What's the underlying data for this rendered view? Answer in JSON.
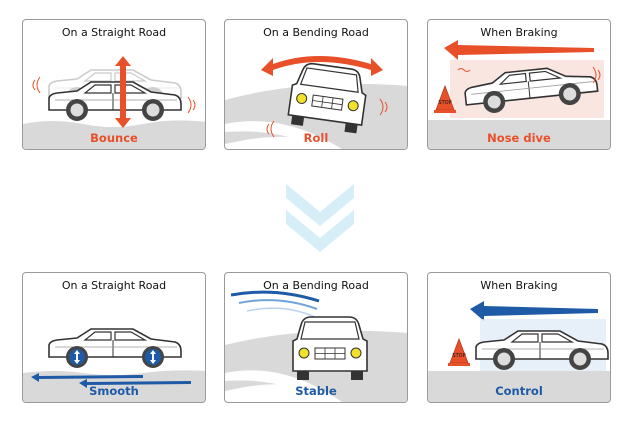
{
  "colors": {
    "problem": "#e8502a",
    "solution": "#1f5aa6",
    "chevron": "#d6eef8",
    "road": "#d9d9d9"
  },
  "top_row": [
    {
      "title": "On a Straight Road",
      "label": "Bounce"
    },
    {
      "title": "On a Bending Road",
      "label": "Roll"
    },
    {
      "title": "When Braking",
      "label": "Nose dive",
      "sign": "STOP"
    }
  ],
  "bottom_row": [
    {
      "title": "On a Straight Road",
      "label": "Smooth"
    },
    {
      "title": "On a Bending Road",
      "label": "Stable"
    },
    {
      "title": "When Braking",
      "label": "Control",
      "sign": "STOP"
    }
  ]
}
